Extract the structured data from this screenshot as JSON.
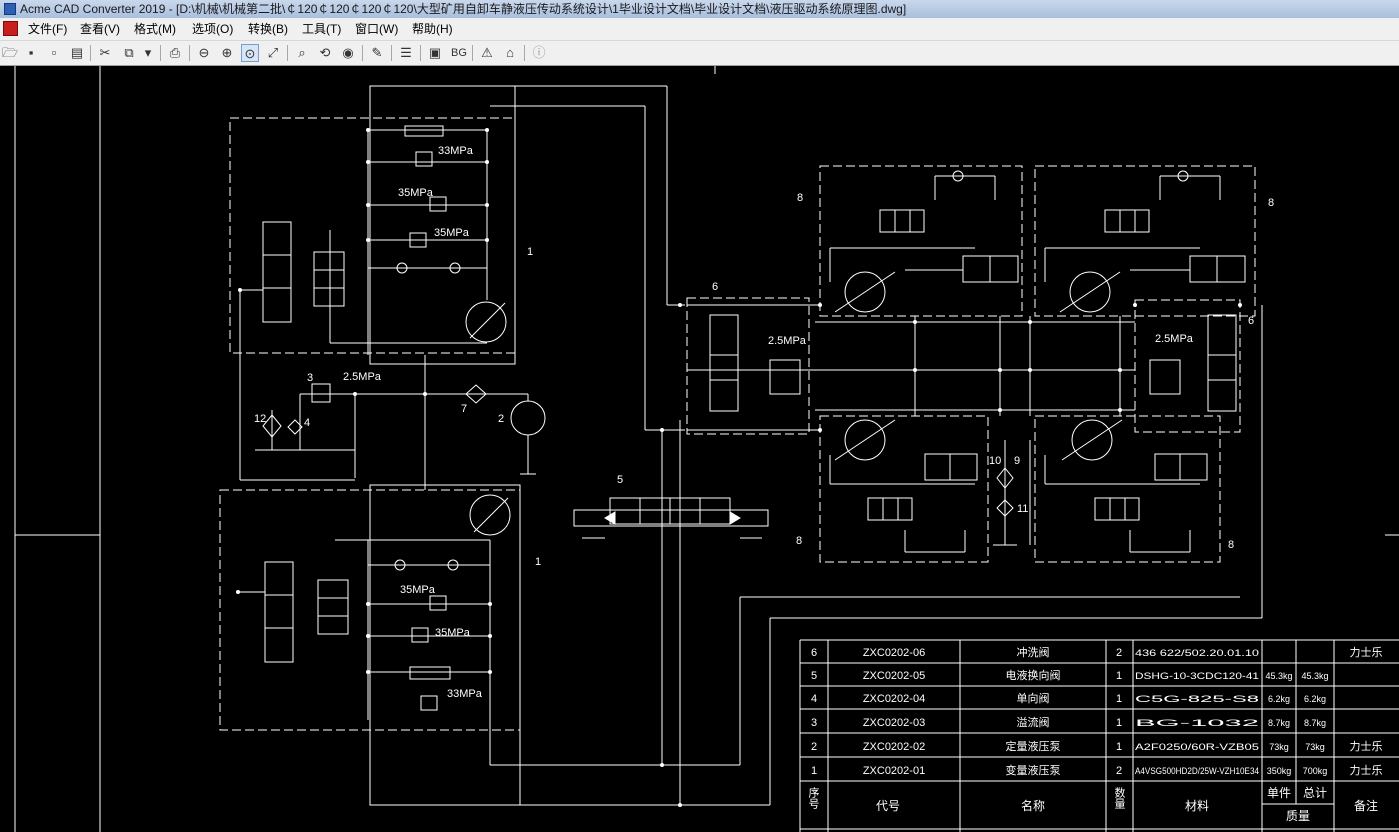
{
  "window": {
    "title": "Acme CAD Converter 2019 - [D:\\机械\\机械第二批\\￠120￠120￠120￠120\\大型矿用自卸车静液压传动系统设计\\1毕业设计文档\\毕业设计文档\\液压驱动系统原理图.dwg]"
  },
  "menu": {
    "file": "文件(F)",
    "view": "查看(V)",
    "format": "格式(M)",
    "options": "选项(O)",
    "convert": "转换(B)",
    "tools": "工具(T)",
    "window": "窗口(W)",
    "help": "帮助(H)"
  },
  "toolbar": {
    "bg_label": "BG"
  },
  "drawing": {
    "labels": {
      "p33a": "33MPa",
      "p35a": "35MPa",
      "p35b": "35MPa",
      "p35c": "35MPa",
      "p35d": "35MPa",
      "p33b": "33MPa",
      "p25a": "2.5MPa",
      "p25b": "2.5MPa",
      "p25c": "2.5MPa",
      "n1a": "1",
      "n1b": "1",
      "n2": "2",
      "n3": "3",
      "n4": "4",
      "n5": "5",
      "n6a": "6",
      "n6b": "6",
      "n7": "7",
      "n8a": "8",
      "n8b": "8",
      "n8c": "8",
      "n8d": "8",
      "n9": "9",
      "n10": "10",
      "n11": "11",
      "n12": "12"
    }
  },
  "bom": {
    "rows": [
      {
        "no": "6",
        "code": "ZXC0202-06",
        "name": "冲洗阀",
        "qty": "2",
        "material": "436 622/502.20.01.10",
        "unit": "",
        "total": "",
        "remark": "力士乐"
      },
      {
        "no": "5",
        "code": "ZXC0202-05",
        "name": "电液换向阀",
        "qty": "1",
        "material": "DSHG-10-3CDC120-41",
        "unit": "45.3kg",
        "total": "45.3kg",
        "remark": ""
      },
      {
        "no": "4",
        "code": "ZXC0202-04",
        "name": "单向阀",
        "qty": "1",
        "material": "C5G-825-S8",
        "unit": "6.2kg",
        "total": "6.2kg",
        "remark": ""
      },
      {
        "no": "3",
        "code": "ZXC0202-03",
        "name": "溢流阀",
        "qty": "1",
        "material": "BG-1032",
        "unit": "8.7kg",
        "total": "8.7kg",
        "remark": ""
      },
      {
        "no": "2",
        "code": "ZXC0202-02",
        "name": "定量液压泵",
        "qty": "1",
        "material": "A2F0250/60R-VZB05",
        "unit": "73kg",
        "total": "73kg",
        "remark": "力士乐"
      },
      {
        "no": "1",
        "code": "ZXC0202-01",
        "name": "变量液压泵",
        "qty": "2",
        "material": "A4VSG500HD2D/25W-VZH10E34",
        "unit": "350kg",
        "total": "700kg",
        "remark": "力士乐"
      }
    ],
    "header": {
      "no": "序号",
      "code": "代号",
      "name": "名称",
      "qty": "数量",
      "material": "材料",
      "unit": "单件",
      "total": "总计",
      "mass": "质量",
      "remark": "备注"
    }
  }
}
